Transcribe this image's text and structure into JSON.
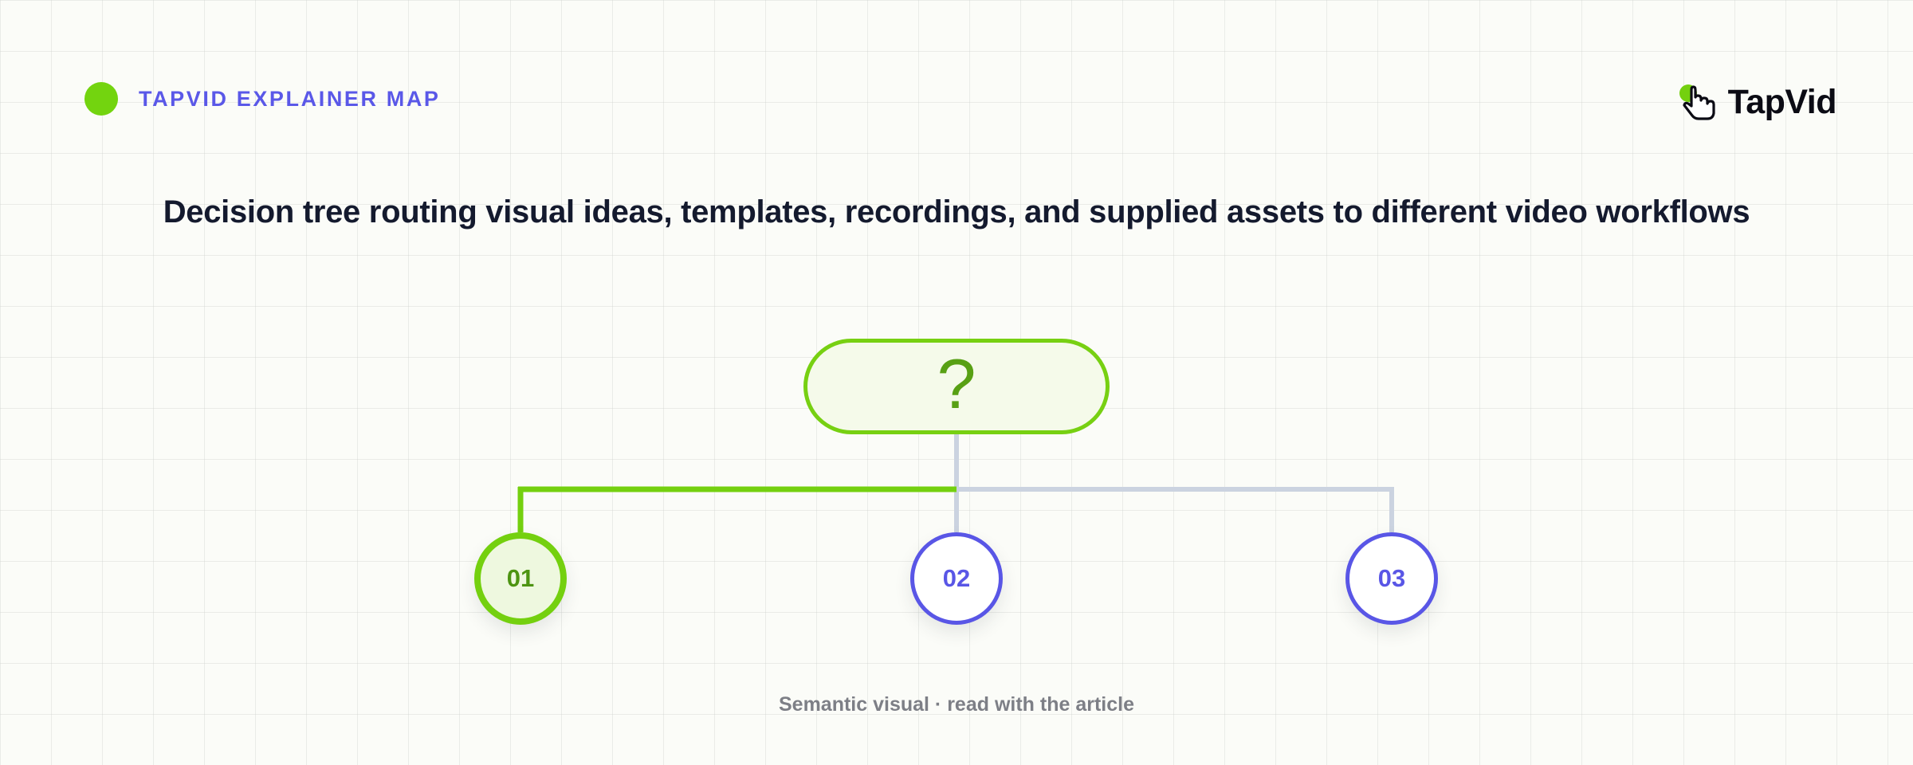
{
  "header": {
    "eyebrow": "TAPVID EXPLAINER MAP",
    "brand_name": "TapVid",
    "brand_icon": "pointer-hand-icon"
  },
  "title": "Decision tree routing visual ideas, templates, recordings, and supplied assets to different video workflows",
  "tree": {
    "root_label": "?",
    "leaves": [
      {
        "label": "01",
        "state": "active"
      },
      {
        "label": "02",
        "state": "idle"
      },
      {
        "label": "03",
        "state": "idle"
      }
    ]
  },
  "footer": "Semantic visual · read with the article",
  "colors": {
    "accent_green": "#74d00f",
    "accent_indigo": "#5956e6",
    "connector_gray": "#cbd3e0",
    "title_dark": "#141a2e",
    "background": "#fbfcf8"
  }
}
